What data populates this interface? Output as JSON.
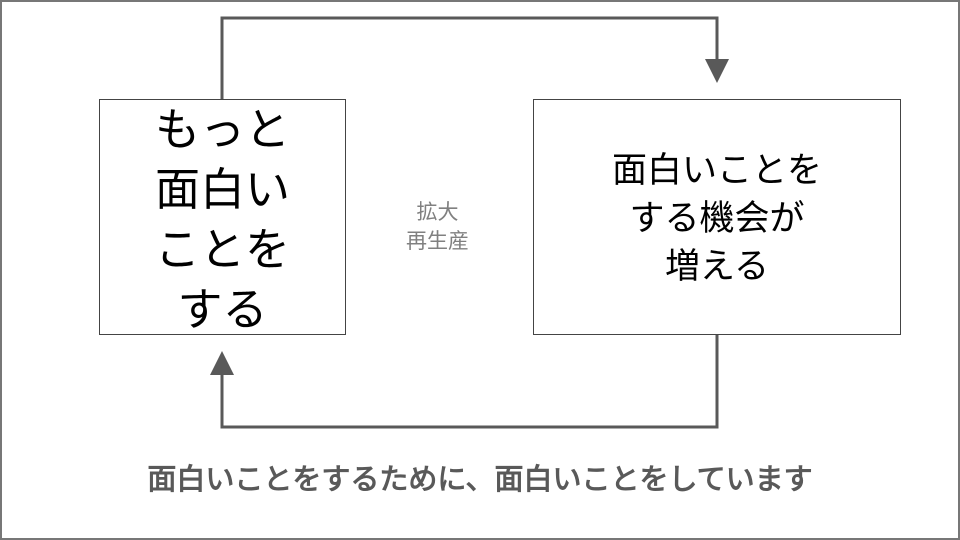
{
  "diagram": {
    "left_box": {
      "lines": [
        "もっと",
        "面白い",
        "ことを",
        "する"
      ]
    },
    "right_box": {
      "lines": [
        "面白いことを",
        "する機会が",
        "増える"
      ]
    },
    "center_label": {
      "lines": [
        "拡大",
        "再生産"
      ]
    },
    "caption": "面白いことをするために、面白いことをしています",
    "colors": {
      "arrow": "#595959",
      "box_border": "#444444",
      "caption": "#595959",
      "center_label": "#808080"
    }
  }
}
